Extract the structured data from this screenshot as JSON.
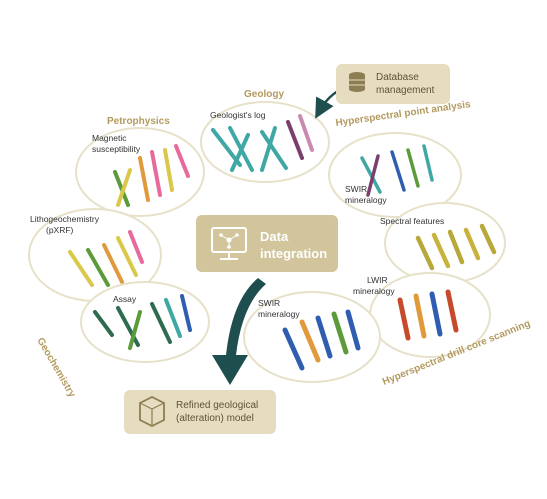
{
  "center": {
    "title_line1": "Data",
    "title_line2": "integration",
    "icon": "monitor-network-icon"
  },
  "database": {
    "line1": "Database",
    "line2": "management",
    "icon": "database-icon"
  },
  "output": {
    "line1": "Refined geological",
    "line2": "(alteration) model",
    "icon": "cube-icon"
  },
  "categories": {
    "geology": "Geology",
    "petrophysics": "Petrophysics",
    "geochemistry": "Geochemistry",
    "hyperspectral_point": "Hyperspectral point analysis",
    "hyperspectral_scan": "Hyperspectral drill core scanning"
  },
  "labels": {
    "geologists_log": "Geologist's log",
    "magnetic_line1": "Magnetic",
    "magnetic_line2": "susceptibility",
    "litho_line1": "Lithogeochemistry",
    "litho_line2": "(pXRF)",
    "assay": "Assay",
    "swir_point_line1": "SWIR",
    "swir_point_line2": "mineralogy",
    "spectral_features": "Spectral features",
    "lwir_line1": "LWIR",
    "lwir_line2": "mineralogy",
    "swir_scan_line1": "SWIR",
    "swir_scan_line2": "mineralogy"
  },
  "colors": {
    "ellipse_stroke": "#e6e1c8",
    "box_fill": "#e6dcc0",
    "center_fill": "#d2c59b",
    "category_text": "#b39a5f",
    "arrow": "#1f4e4f",
    "teal": "#3fa7a4",
    "green": "#5b9b3a",
    "yellow": "#d9c84a",
    "orange": "#e09a3c",
    "pink": "#e86a9a",
    "blue": "#2f5db0"
  }
}
